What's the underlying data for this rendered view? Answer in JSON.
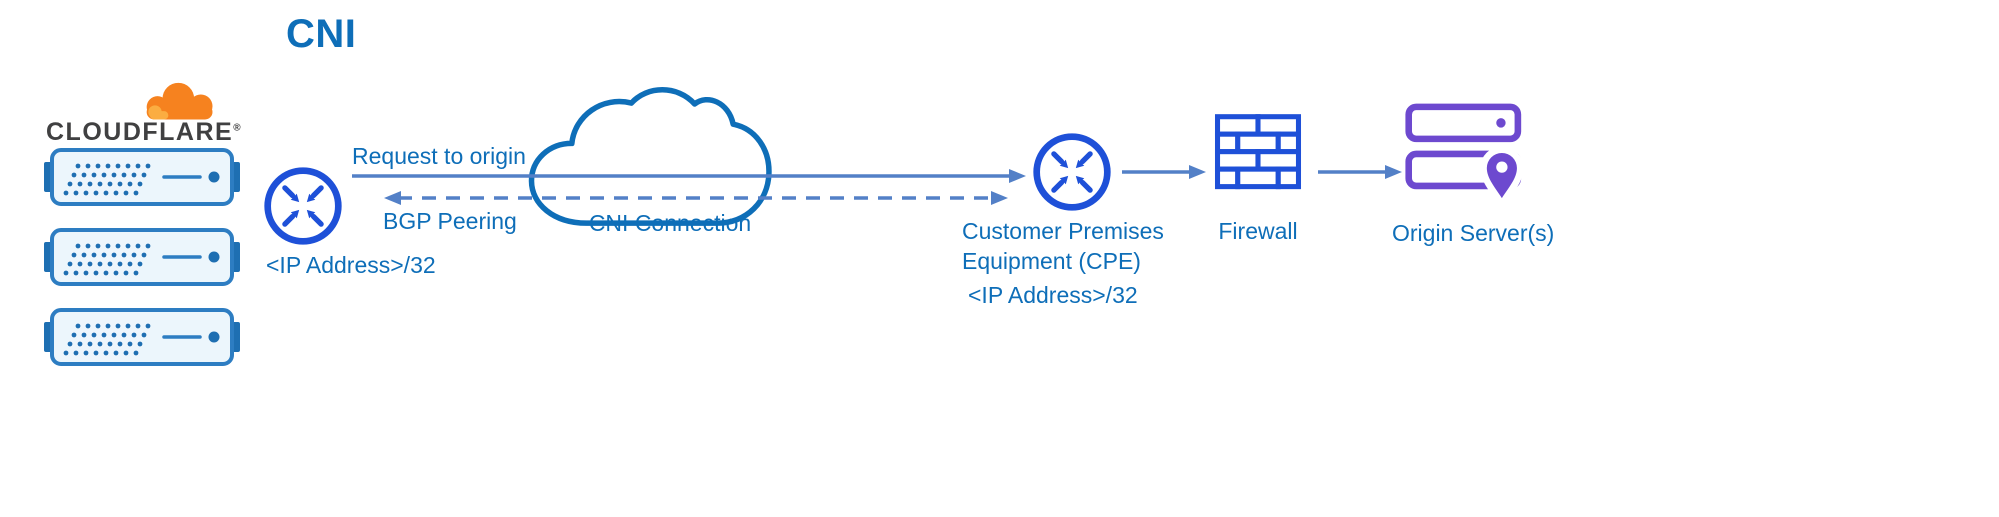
{
  "title": "CNI",
  "colors": {
    "text_blue": "#0e6eb8",
    "connector_blue": "#5380c7",
    "icon_blue": "#1e50d8",
    "server_border_blue": "#2d7dc2",
    "server_fill": "#ecf6fc",
    "server_accent_blue": "#1e6fb2",
    "origin_purple": "#6d49cf",
    "cloudflare_orange": "#f6821f",
    "cloudflare_orange_light": "#fbad41",
    "wordmark_dark": "#404041"
  },
  "cloudflare": {
    "wordmark": "CLOUDFLARE",
    "trademark": "®",
    "server_count": 3
  },
  "edge_router": {
    "ip_label": "<IP Address>/32"
  },
  "connections": {
    "request_to_origin": "Request to origin",
    "bgp_peering": "BGP Peering"
  },
  "cni_cloud": {
    "label": "CNI Connection"
  },
  "cpe": {
    "label_line1": "Customer Premises",
    "label_line2": "Equipment (CPE)",
    "ip_label": "<IP Address>/32"
  },
  "firewall": {
    "label": "Firewall"
  },
  "origin": {
    "label": "Origin Server(s)"
  }
}
